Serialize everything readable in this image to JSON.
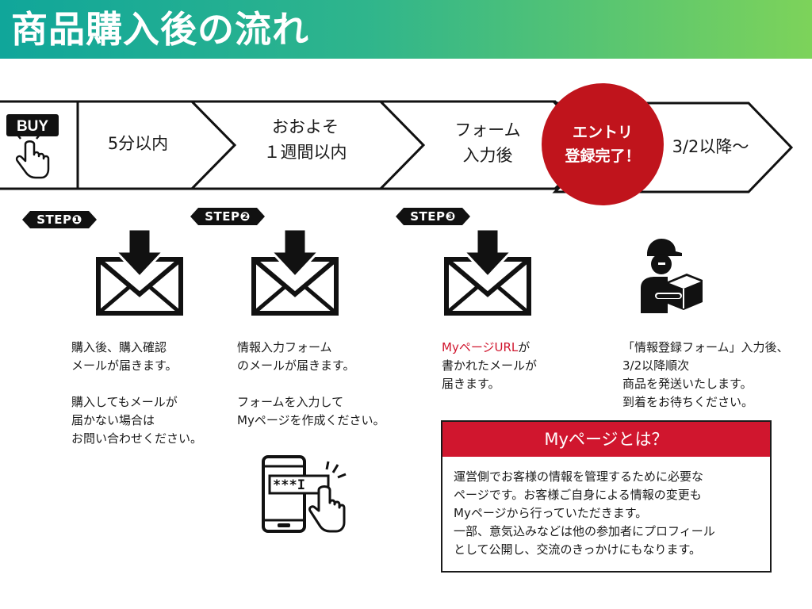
{
  "header": {
    "title": "商品購入後の流れ"
  },
  "flow": {
    "buy_label": "BUY",
    "stages": [
      {
        "text": "5分以内"
      },
      {
        "text": "おおよそ\n１週間以内"
      },
      {
        "text": "フォーム\n入力後"
      },
      {
        "text": "3/2以降〜"
      }
    ],
    "complete_badge": "エントリ\n登録完了！"
  },
  "steps": [
    {
      "label": "STEP❶"
    },
    {
      "label": "STEP❷"
    },
    {
      "label": "STEP❸"
    }
  ],
  "descriptions": {
    "step1": {
      "lines": [
        "購入後、購入確認",
        "メールが届きます。",
        "",
        "購入してもメールが",
        "届かない場合は",
        "お問い合わせください。"
      ]
    },
    "step2": {
      "lines": [
        "情報入力フォーム",
        "のメールが届きます。",
        "",
        "フォームを入力して",
        "Myページを作成ください。"
      ]
    },
    "step3": {
      "highlight": "MyページURL",
      "line1_rest": "が",
      "lines": [
        "書かれたメールが",
        "届きます。"
      ]
    },
    "step4": {
      "lines": [
        "「情報登録フォーム」入力後、",
        "3/2以降順次",
        "商品を発送いたします。",
        "到着をお待ちください。"
      ]
    }
  },
  "password_field": {
    "text": "***I"
  },
  "info_box": {
    "title": "Myページとは？",
    "lines": [
      "運営側でお客様の情報を管理するために必要な",
      "ページです。お客様ご自身による情報の変更も",
      "Myページから行っていただきます。",
      "一部、意気込みなどは他の参加者にプロフィール",
      "として公開し、交流のきっかけにもなります。"
    ]
  },
  "colors": {
    "accent_red": "#d0162e",
    "badge_red": "#c0141c",
    "header_start": "#10a69a",
    "header_end": "#7dd35a"
  },
  "icons": [
    "buy-button-icon",
    "hand-pointer-icon",
    "mail-download-icon",
    "delivery-person-icon",
    "smartphone-password-icon"
  ]
}
